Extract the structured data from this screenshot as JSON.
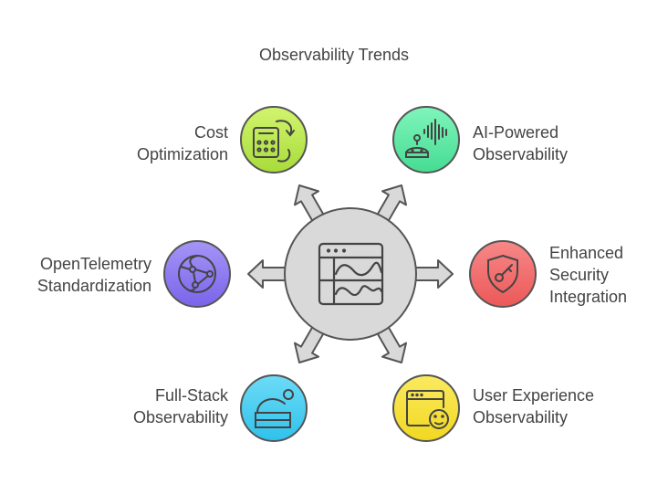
{
  "title": "Observability Trends",
  "center": {
    "icon": "dashboard-chart-icon",
    "color": "#d9d9d9"
  },
  "nodes": [
    {
      "label": "Cost Optimization",
      "line1": "Cost",
      "line2": "Optimization",
      "icon": "calculator-cycle-icon",
      "color": "#b7e34a"
    },
    {
      "label": "AI-Powered Observability",
      "line1": "AI-Powered",
      "line2": "Observability",
      "icon": "robot-voice-icon",
      "color": "#55e3a0"
    },
    {
      "label": "OpenTelemetry Standardization",
      "line1": "OpenTelemetry",
      "line2": "Standardization",
      "icon": "network-globe-icon",
      "color": "#8c78ef"
    },
    {
      "label": "Enhanced Security Integration",
      "line1": "Enhanced",
      "line2": "Security",
      "line3": "Integration",
      "icon": "shield-key-icon",
      "color": "#f06a6a"
    },
    {
      "label": "Full-Stack Observability",
      "line1": "Full-Stack",
      "line2": "Observability",
      "icon": "layered-stack-icon",
      "color": "#45cdf0"
    },
    {
      "label": "User Experience Observability",
      "line1": "User Experience",
      "line2": "Observability",
      "icon": "browser-smiley-icon",
      "color": "#f6e03a"
    }
  ]
}
